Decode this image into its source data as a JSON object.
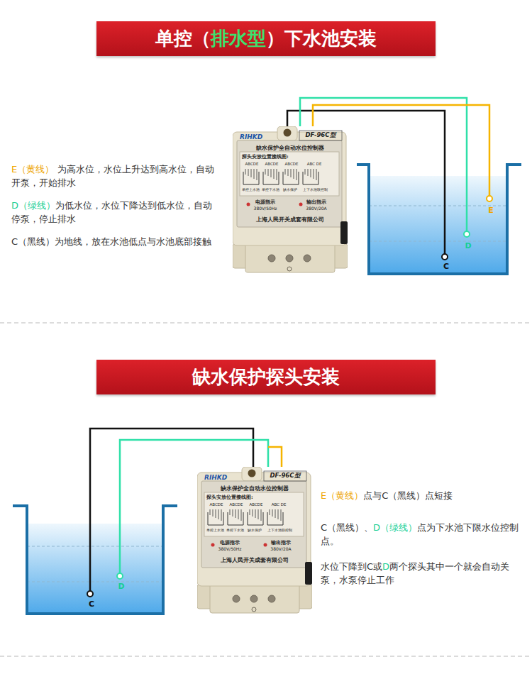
{
  "diagram": {
    "nodes": [
      {
        "text": [
          "单控（",
          "排水型",
          "）下水池安装"
        ]
      },
      {
        "text": [
          "RIHKD",
          "DF-96C型",
          "缺水保护全自动水位控制器",
          "探头安放位置接线图:",
          "ABCDE",
          "ABCDE",
          "ABCDE",
          "ABC DE",
          "单控上水池",
          "单控下水池",
          "缺水保护",
          "上下水池联控制",
          "电源指示",
          "380V/50Hz",
          "输出指示",
          "380V/20A",
          "上海人民开关成套有限公司"
        ]
      },
      {
        "text": [
          "缺水保护探头安装"
        ]
      },
      {
        "text": [
          "RIHKD",
          "DF-96C型",
          "缺水保护全自动水位控制器",
          "探头安放位置接线图:",
          "ABCDE",
          "ABCDE",
          "ABCDE",
          "ABC DE",
          "单控上水池",
          "单控下水池",
          "缺水保护",
          "上下水池联控制",
          "电源指示",
          "380V/50Hz",
          "输出指示",
          "380V/20A",
          "上海人民开关成套有限公司"
        ]
      }
    ],
    "labels": [
      "E（黄线）",
      "为高水位，水位上升达到高水位，自动开泵，开始排水",
      "D（绿线）",
      "为低水位，水位下降达到低水位，自动停泵，停止排水",
      "C（黑线）为地线，放在水池低点与水池底部接触",
      "E",
      "D",
      "C",
      "D",
      "C",
      "E（黄线）",
      "点与",
      "C（黑线）",
      "点短接",
      "C（黑线）、",
      "D（绿线）",
      "点为下水池下限水位控制点。",
      "水位下降到C或",
      "D",
      "两个探头其中一个就会自动关泵，水泵停止工作"
    ]
  }
}
